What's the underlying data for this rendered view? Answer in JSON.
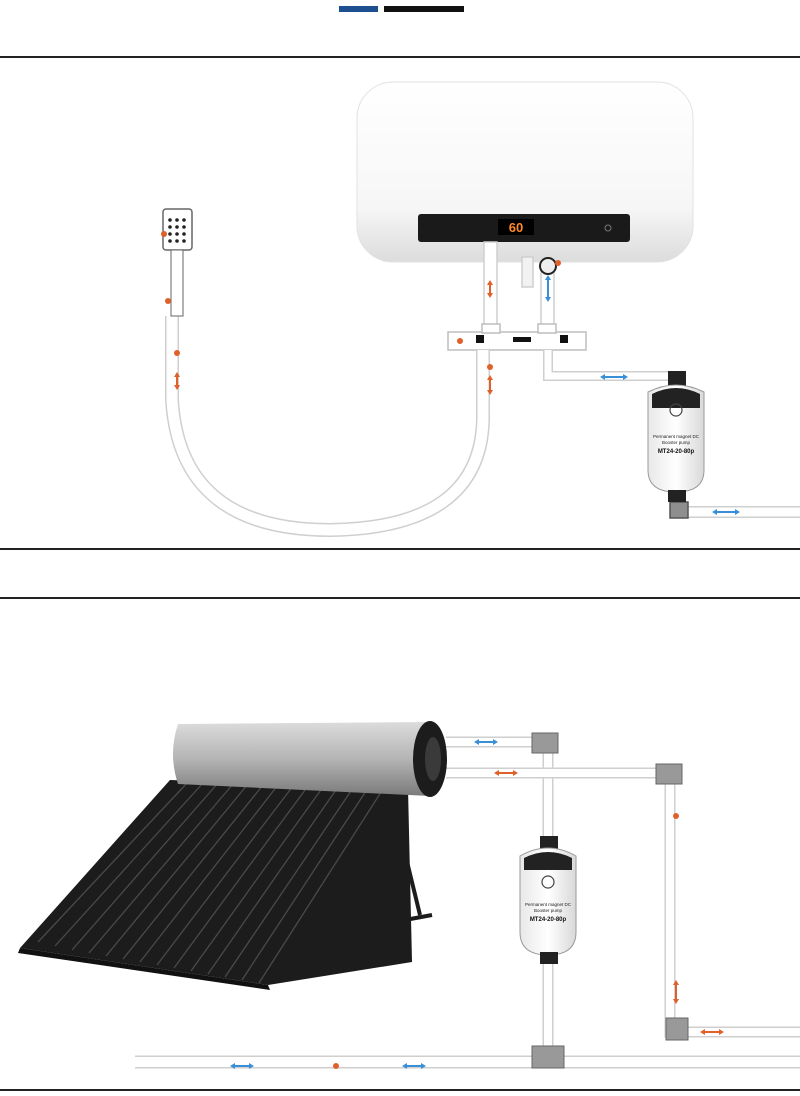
{
  "header": {
    "accent_color": "#1e4f8f",
    "dark_color": "#111111"
  },
  "heater": {
    "display_value": "60",
    "display_color": "#ff8a2a"
  },
  "pump_label": {
    "line1": "Permanent magnet DC",
    "line2": "Booster pump",
    "model": "MT24-20-80p"
  },
  "colors": {
    "hot_arrow": "#e0602a",
    "cold_arrow": "#3a8fd9",
    "pipe": "#d4d4d4",
    "tank_dark": "#1c1c1c"
  }
}
